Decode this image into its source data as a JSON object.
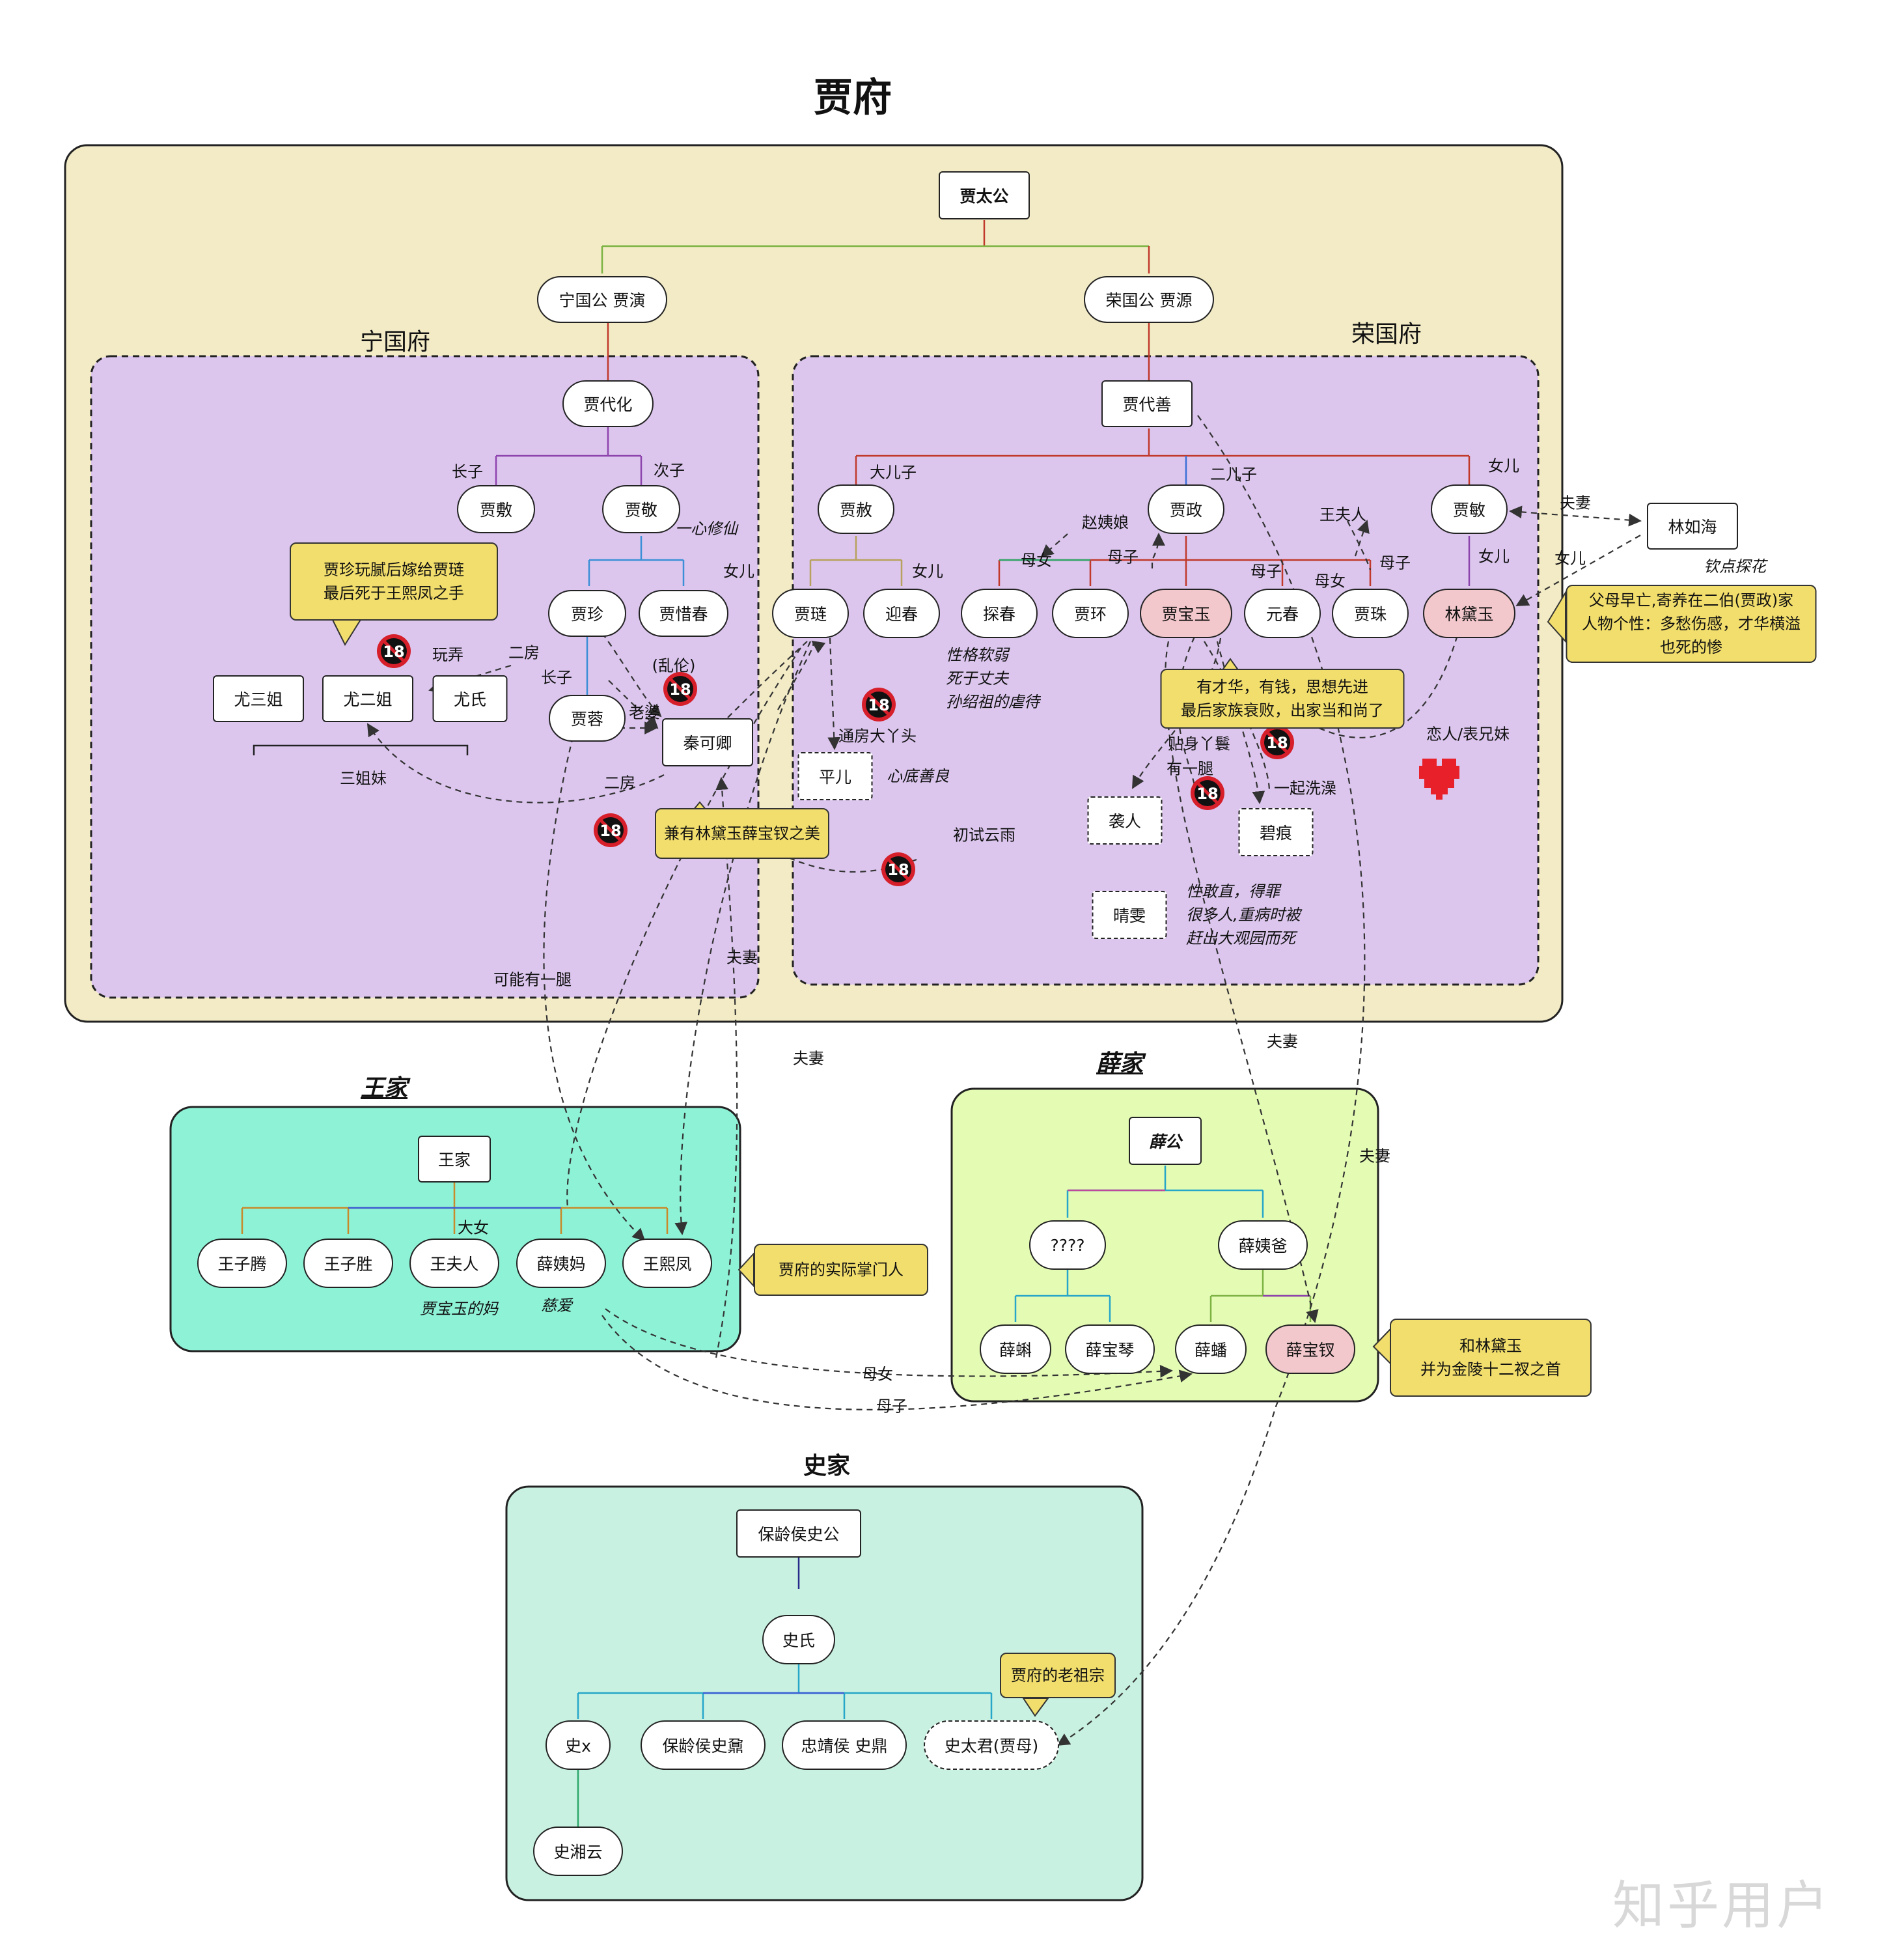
{
  "titles": {
    "main": "贾府",
    "ningguo": "宁国府",
    "rongguo": "荣国府",
    "wang": "王家",
    "xue": "薛家",
    "shi": "史家"
  },
  "nodes": {
    "jia_taigong": "贾太公",
    "ning_gong": "宁国公 贾演",
    "rong_gong": "荣国公 贾源",
    "jia_daihua": "贾代化",
    "jia_fu": "贾敷",
    "jia_jing": "贾敬",
    "jia_zhen": "贾珍",
    "jia_xichun": "贾惜春",
    "jia_rong": "贾蓉",
    "qin_keqing": "秦可卿",
    "you_sanjie": "尤三姐",
    "you_erjie": "尤二姐",
    "you_shi": "尤氏",
    "jia_daishan": "贾代善",
    "jia_she": "贾赦",
    "jia_zheng": "贾政",
    "jia_min": "贾敏",
    "jia_lian": "贾琏",
    "yingchun": "迎春",
    "tanchun": "探春",
    "jia_huan": "贾环",
    "baoyu": "贾宝玉",
    "yuanchun": "元春",
    "jia_zhu": "贾珠",
    "daiyu": "林黛玉",
    "ping_er": "平儿",
    "xiren": "袭人",
    "bihen": "碧痕",
    "qingwen": "晴雯",
    "lin_ruhai": "林如海",
    "wang_jia": "王家",
    "wang_ziteng": "王子腾",
    "wang_zisheng": "王子胜",
    "wang_furen": "王夫人",
    "xue_yima": "薛姨妈",
    "wang_xifeng": "王熙凤",
    "xue_gong": "薛公",
    "unknown": "????",
    "xue_yiba": "薛姨爸",
    "xue_ke": "薛蝌",
    "xue_baoqin": "薛宝琴",
    "xue_pan": "薛蟠",
    "baochai": "薛宝钗",
    "baoling_gong": "保龄侯史公",
    "shi_shi": "史氏",
    "shi_x": "史x",
    "shi_ding_baoling": "保龄侯史鼐",
    "shi_ding_zhongjing": "忠靖侯 史鼎",
    "shi_taijun": "史太君(贾母)",
    "shi_xiangyun": "史湘云"
  },
  "labels": {
    "zhangzi_1": "长子",
    "cizi": "次子",
    "yixin": "一心修仙",
    "nver_ning": "女儿",
    "zhangzi_2": "长子",
    "wannong": "玩弄",
    "erfang_1": "二房",
    "luanlun": "(乱伦)",
    "laopo": "老婆",
    "erfang_2": "二房",
    "sanjiemei": "三姐妹",
    "keneng": "可能有一腿",
    "fuqi_1": "夫妻",
    "dairzi": "大儿子",
    "erzi": "二儿子",
    "nver_rong": "女儿",
    "nver_ying": "女儿",
    "zhao_yiniang": "赵姨娘",
    "munv_1": "母女",
    "muzi_1": "母子",
    "wang_furen_lbl": "王夫人",
    "muzi_2": "母子",
    "munv_2": "母女",
    "muzi_3": "母子",
    "nver_dai": "女儿",
    "nver_lin": "女儿",
    "fuqi_lin": "夫妻",
    "tongfang": "通房大丫头",
    "chushi": "初试云雨",
    "tieshen": "贴身丫鬟",
    "youyitui": "有一腿",
    "yiqi": "一起洗澡",
    "lianren": "恋人/表兄妹",
    "fuqi_2": "夫妻",
    "fuqi_3": "夫妻",
    "fuqi_4": "夫妻",
    "munv_xue": "母女",
    "muzi_xue": "母子",
    "danv": "大女"
  },
  "notes": {
    "qindian": "钦点探花",
    "xindi": "心底善良",
    "tanchun_1": "性格软弱",
    "tanchun_2": "死于丈夫",
    "tanchun_3": "孙绍祖的虐待",
    "qingwen_1": "性敢直，得罪",
    "qingwen_2": "很多人,重病时被",
    "qingwen_3": "赶出大观园而死",
    "baoyu_ma": "贾宝玉的妈",
    "ciai": "慈爱"
  },
  "callouts": {
    "youerjie_1": "贾珍玩腻后嫁给贾琏",
    "youerjie_2": "最后死于王熙凤之手",
    "daiyu_1": "父母早亡,寄养在二伯(贾政)家",
    "daiyu_2": "人物个性：多愁伤感，才华横溢",
    "daiyu_3": "也死的惨",
    "baoyu_1": "有才华，有钱，思想先进",
    "baoyu_2": "最后家族衰败，出家当和尚了",
    "qin": "兼有林黛玉薛宝钗之美",
    "xifeng": "贾府的实际掌门人",
    "baochai_1": "和林黛玉",
    "baochai_2": "并为金陵十二衩之首",
    "jiamu": "贾府的老祖宗"
  },
  "badge": "18",
  "watermark": "知乎用户",
  "colors": {
    "jia_bg": "#f2ebc6",
    "fu_bg": "#dcc6ee",
    "wang_bg": "#8ef2d6",
    "xue_bg": "#e4fbb4",
    "shi_bg": "#c8f1e1",
    "callout": "#f2de6c",
    "pink_node": "#f3c8cc",
    "heart": "#e8202a",
    "badge": "#d61f2a"
  }
}
